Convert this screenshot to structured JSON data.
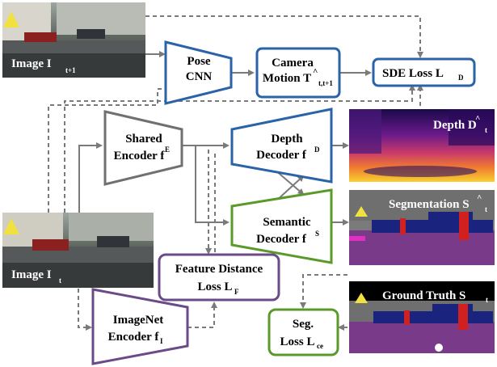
{
  "colors": {
    "pose_blue": "#2a63a8",
    "encoder_gray": "#707070",
    "semantic_green": "#5a9a2a",
    "feature_purple": "#6b4a8a",
    "arrow_gray": "#7a7a7a",
    "depth_dark": "#1a0a4a",
    "depth_yellow": "#f0c020",
    "seg_purple": "#7a3a8a",
    "seg_blue": "#1a237e"
  },
  "images": {
    "image_t1": {
      "label": "Image I",
      "sub": "t+1"
    },
    "image_t": {
      "label": "Image I",
      "sub": "t"
    },
    "depth_out": {
      "label": "Depth D",
      "hat": "^",
      "sub": "t"
    },
    "seg_out": {
      "label": "Segmentation S",
      "hat": "^",
      "sub": "t"
    },
    "gt_out": {
      "label": "Ground Truth S",
      "sub": "t"
    }
  },
  "blocks": {
    "pose_cnn": {
      "line1": "Pose",
      "line2": "CNN"
    },
    "camera_motion": {
      "line1": "Camera",
      "line2": "Motion T",
      "hat": "^",
      "sub": "t,t+1"
    },
    "sde_loss": {
      "label": "SDE Loss L",
      "sub": "D"
    },
    "shared_encoder": {
      "line1": "Shared",
      "line2": "Encoder f",
      "sup": "E"
    },
    "depth_decoder": {
      "line1": "Depth",
      "line2": "Decoder f",
      "sup": "D"
    },
    "semantic_decoder": {
      "line1": "Semantic",
      "line2": "Decoder f",
      "sup": "S"
    },
    "feature_loss": {
      "line1": "Feature Distance",
      "line2": "Loss L",
      "sub": "F"
    },
    "imagenet_encoder": {
      "line1": "ImageNet",
      "line2": "Encoder f",
      "sub": "I"
    },
    "seg_loss": {
      "line1": "Seg.",
      "line2": "Loss L",
      "sub": "ce"
    }
  }
}
